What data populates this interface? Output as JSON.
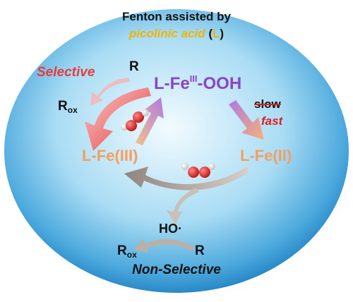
{
  "header": {
    "title": "Fenton assisted by",
    "subtitle_italic": "picolinic acid",
    "subtitle_open": " (",
    "subtitle_letter": "L",
    "subtitle_close": ")"
  },
  "labels": {
    "selective": "Selective",
    "r_top": "R",
    "rox_top_main": "R",
    "rox_top_sub": "ox",
    "fe_ooh_left": "L-Fe",
    "fe_ooh_sup": "III",
    "fe_ooh_right": "-OOH",
    "slow": "slow",
    "fast": "fast",
    "fe3": "L-Fe(III)",
    "fe2": "L-Fe(II)",
    "ho": "HO·",
    "rox_bot_main": "R",
    "rox_bot_sub": "ox",
    "r_bot": "R",
    "non_selective": "Non-Selective"
  },
  "colors": {
    "sphere_center": "#eaf7fd",
    "sphere_edge": "#2a8fd0",
    "subtitle": "#f0b400",
    "selective": "#e53c3c",
    "fe_ooh": "#8a44c8",
    "fe_species": "#f2a05e",
    "fast": "#e02020",
    "gray_arrow": "#9e948c",
    "oxygen": "#e02020",
    "hydrogen": "#f2f2f2"
  },
  "icons": [
    "h2o2-molecule-icon",
    "h2o2-molecule-icon"
  ]
}
